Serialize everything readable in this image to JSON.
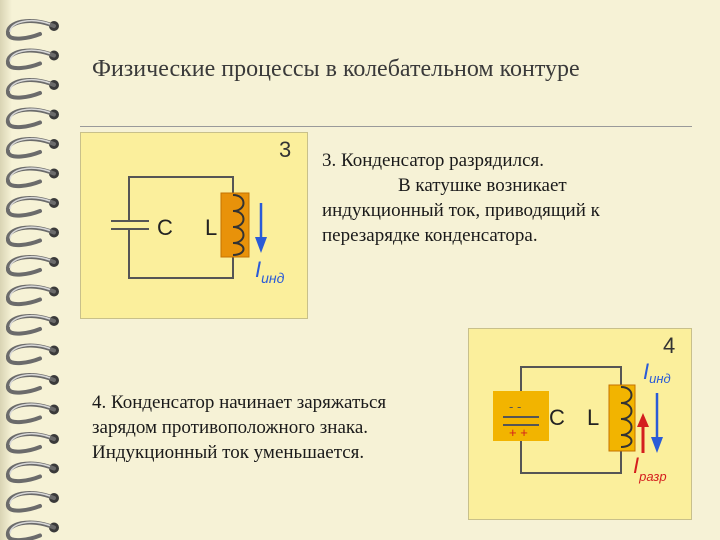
{
  "slide": {
    "title": "Физические процессы в колебательном контуре"
  },
  "diagram3": {
    "number": "3",
    "capacitor_label": "C",
    "coil_label": "L",
    "current_symbol": "I",
    "current_subscript": "инд",
    "colors": {
      "wire": "#555555",
      "coil": "#e8920a",
      "arrow": "#2a5bd7"
    }
  },
  "diagram4": {
    "number": "4",
    "capacitor_label": "C",
    "coil_label": "L",
    "plate_top_charge": "- -",
    "plate_bottom_charge": "+ +",
    "current_ind_symbol": "I",
    "current_ind_subscript": "инд",
    "current_raz_symbol": "I",
    "current_raz_subscript": "разр",
    "colors": {
      "wire": "#555555",
      "coil": "#e8920a",
      "capacitor_fill": "#f2b400",
      "arrow_up": "#d41e1e",
      "arrow_down": "#2a5bd7"
    }
  },
  "text3": {
    "line1": "3. Конденсатор разрядился.",
    "line2": "В катушке возникает",
    "line3": "индукционный ток, приводящий к",
    "line4": "перезарядке конденсатора."
  },
  "text4": {
    "line1": "4. Конденсатор начинает заряжаться",
    "line2": "зарядом противоположного знака.",
    "line3": "Индукционный ток уменьшается."
  }
}
